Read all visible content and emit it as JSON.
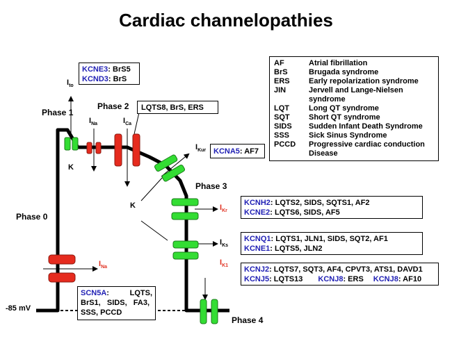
{
  "title": "Cardiac channelopathies",
  "phases": {
    "phase0": "Phase 0",
    "phase1": "Phase 1",
    "phase2": "Phase 2",
    "phase3": "Phase 3",
    "phase4": "Phase 4"
  },
  "voltage_label": "-85 mV",
  "currents": {
    "ito": {
      "main": "I",
      "sub": "to"
    },
    "ina_top": {
      "main": "I",
      "sub": "Na"
    },
    "ica": {
      "main": "I",
      "sub": "Ca"
    },
    "ikur": {
      "main": "I",
      "sub": "Kur"
    },
    "ikr": {
      "main": "I",
      "sub": "Kr"
    },
    "iks": {
      "main": "I",
      "sub": "Ks"
    },
    "ik1": {
      "main": "I",
      "sub": "K1"
    },
    "ina_bottom": {
      "main": "I",
      "sub": "Na"
    }
  },
  "k_labels": {
    "k_top": "K",
    "k_mid": "K"
  },
  "boxes": {
    "kcne3": {
      "gene1": "KCNE3",
      "rest1": ": BrS5",
      "gene2": "KCND3",
      "rest2": ": BrS"
    },
    "ica_box": {
      "text": "LQTS8, BrS, ERS"
    },
    "kcna5": {
      "gene": "KCNA5",
      "rest": ": AF7"
    },
    "kcnh2": {
      "gene1": "KCNH2",
      "rest1": ": LQTS2, SIDS, SQTS1, AF2",
      "gene2": "KCNE2",
      "rest2": ": LQTS6, SIDS, AF5"
    },
    "kcnq1": {
      "gene1": "KCNQ1",
      "rest1": ": LQTS1, JLN1, SIDS, SQT2, AF1",
      "gene2": "KCNE1",
      "rest2": ": LQTS5, JLN2"
    },
    "kcnj2": {
      "gene1": "KCNJ2",
      "rest1": ": LQTS7, SQT3, AF4, CPVT3, ATS1, DAVD1",
      "gene2": "KCNJ5",
      "rest2": ": LQTS13",
      "gene3": "KCNJ8",
      "rest3": ": ERS",
      "gene4": "KCNJ8",
      "rest4": ": AF10"
    },
    "scn5a": {
      "gene": "SCN5A",
      "rest1": ":",
      "rest1b": "LQTS,",
      "line2": "BrS1,   SIDS,   FA3,",
      "line3": "SSS, PCCD"
    }
  },
  "abbreviations": [
    {
      "abbr": "AF",
      "meaning": "Atrial fibrillation"
    },
    {
      "abbr": "BrS",
      "meaning": "Brugada syndrome"
    },
    {
      "abbr": "ERS",
      "meaning": "Early repolarization syndrome"
    },
    {
      "abbr": "JIN",
      "meaning": "Jervell and Lange-Nielsen syndrome"
    },
    {
      "abbr": "LQT",
      "meaning": "Long QT syndrome"
    },
    {
      "abbr": "SQT",
      "meaning": "Short QT syndrome"
    },
    {
      "abbr": "SIDS",
      "meaning": "Sudden Infant Death Syndrome"
    },
    {
      "abbr": "SSS",
      "meaning": "Sick Sinus Syndrome"
    },
    {
      "abbr": "PCCD",
      "meaning": "Progressive cardiac conduction Disease"
    }
  ],
  "colors": {
    "channel_green": "#33dd33",
    "channel_red": "#e62b1e",
    "gene_blue": "#1f1fb4",
    "current_red": "#e03020"
  }
}
